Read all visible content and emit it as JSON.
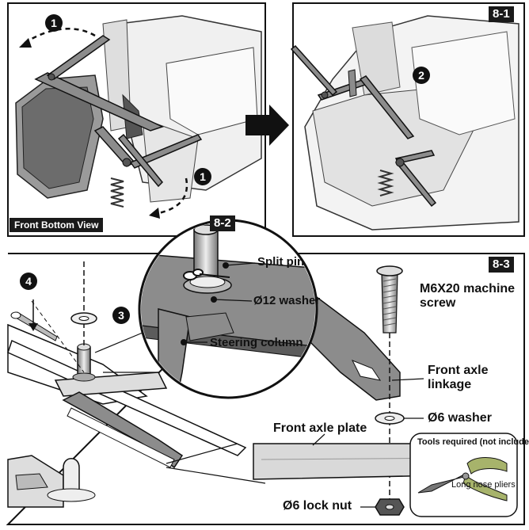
{
  "steps": {
    "fig1": "8-1",
    "fig2": "8-2",
    "fig3": "8-3"
  },
  "view_label": "Front Bottom View",
  "callouts": {
    "c1a": "1",
    "c1b": "1",
    "c2": "2",
    "c3": "3",
    "c4": "4"
  },
  "labels": {
    "split_pin": "Split pin",
    "washer12": "Ø12 washer",
    "steering_column": "Steering column",
    "screw_line1": "M6X20 machine",
    "screw_line2": "screw",
    "linkage_line1": "Front axle",
    "linkage_line2": "linkage",
    "washer6": "Ø6 washer",
    "axle_plate": "Front axle plate",
    "lock_nut": "Ø6 lock nut"
  },
  "tools": {
    "title": "Tools required (not included):",
    "caption": "Long nose pliers"
  },
  "colors": {
    "ink": "#111111",
    "part_gray": "#8a8a8a",
    "pliers_handle": "#a7b36b"
  }
}
